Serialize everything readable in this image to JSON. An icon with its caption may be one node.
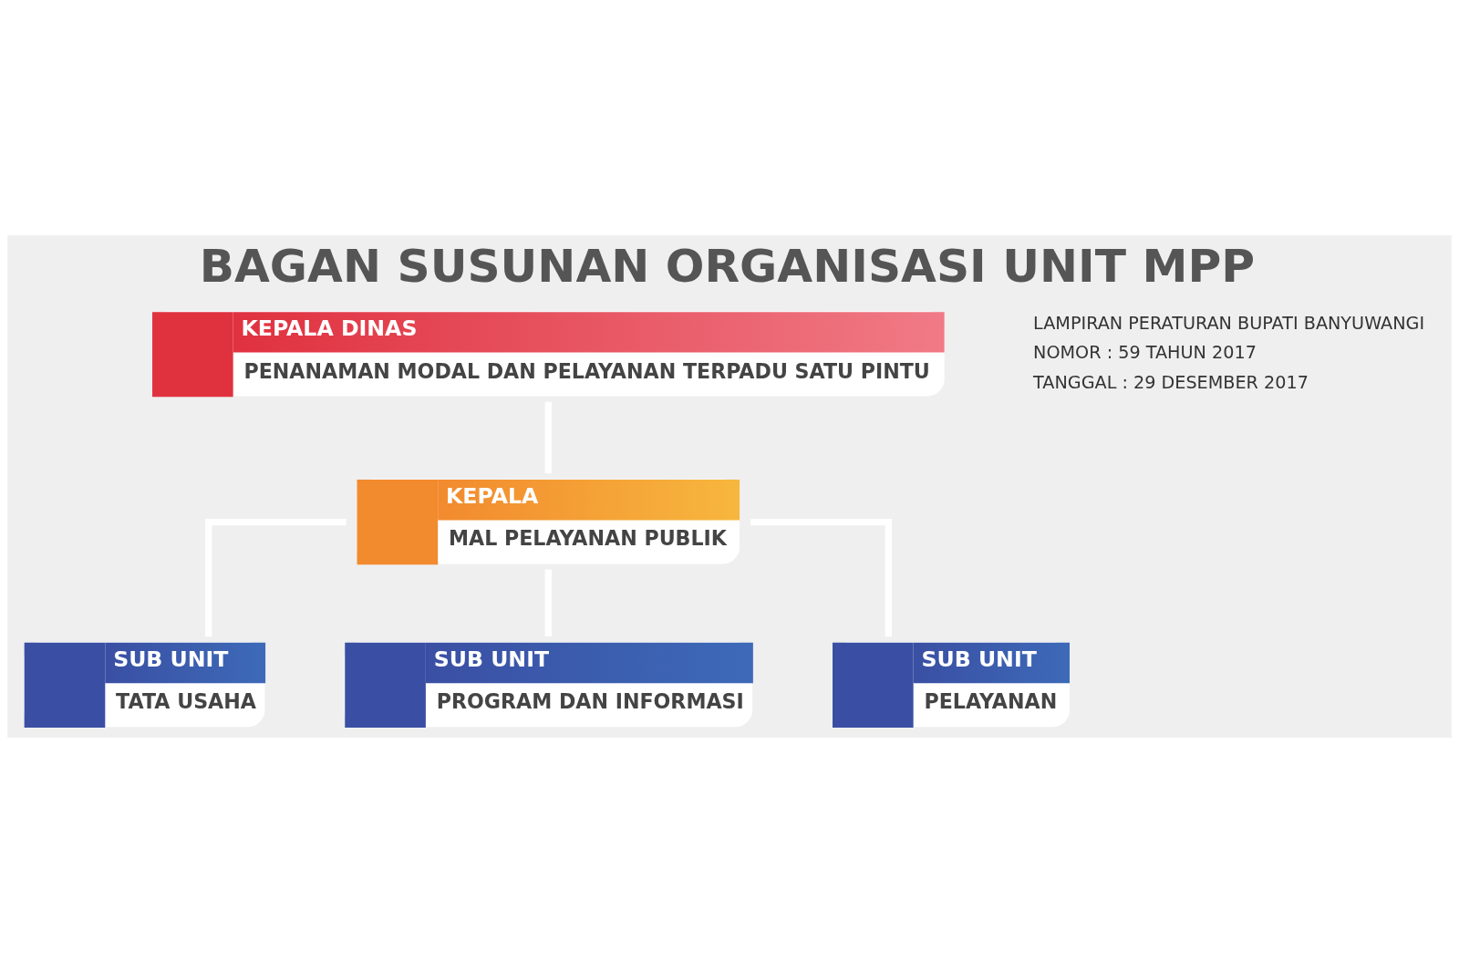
{
  "diagram": {
    "title": "BAGAN SUSUNAN ORGANISASI UNIT MPP",
    "nodes": [
      {
        "text": [
          "KEPALA DINAS",
          "PENANAMAN MODAL DAN PELAYANAN TERPADU SATU PINTU"
        ]
      },
      {
        "text": [
          "KEPALA",
          "MAL PELAYANAN PUBLIK"
        ]
      },
      {
        "text": [
          "SUB UNIT",
          "TATA USAHA"
        ]
      },
      {
        "text": [
          "SUB UNIT",
          "PROGRAM DAN INFORMASI"
        ]
      },
      {
        "text": [
          "SUB UNIT",
          "PELAYANAN"
        ]
      }
    ],
    "edges": [
      {
        "from": 0,
        "to": 1,
        "arrow": "none"
      },
      {
        "from": 1,
        "to": 2,
        "arrow": "none"
      },
      {
        "from": 1,
        "to": 3,
        "arrow": "none"
      },
      {
        "from": 1,
        "to": 4,
        "arrow": "none"
      }
    ],
    "labels": [
      "LAMPIRAN PERATURAN BUPATI BANYUWANGI",
      "NOMOR : 59 TAHUN 2017",
      "TANGGAL : 29 DESEMBER 2017"
    ]
  }
}
